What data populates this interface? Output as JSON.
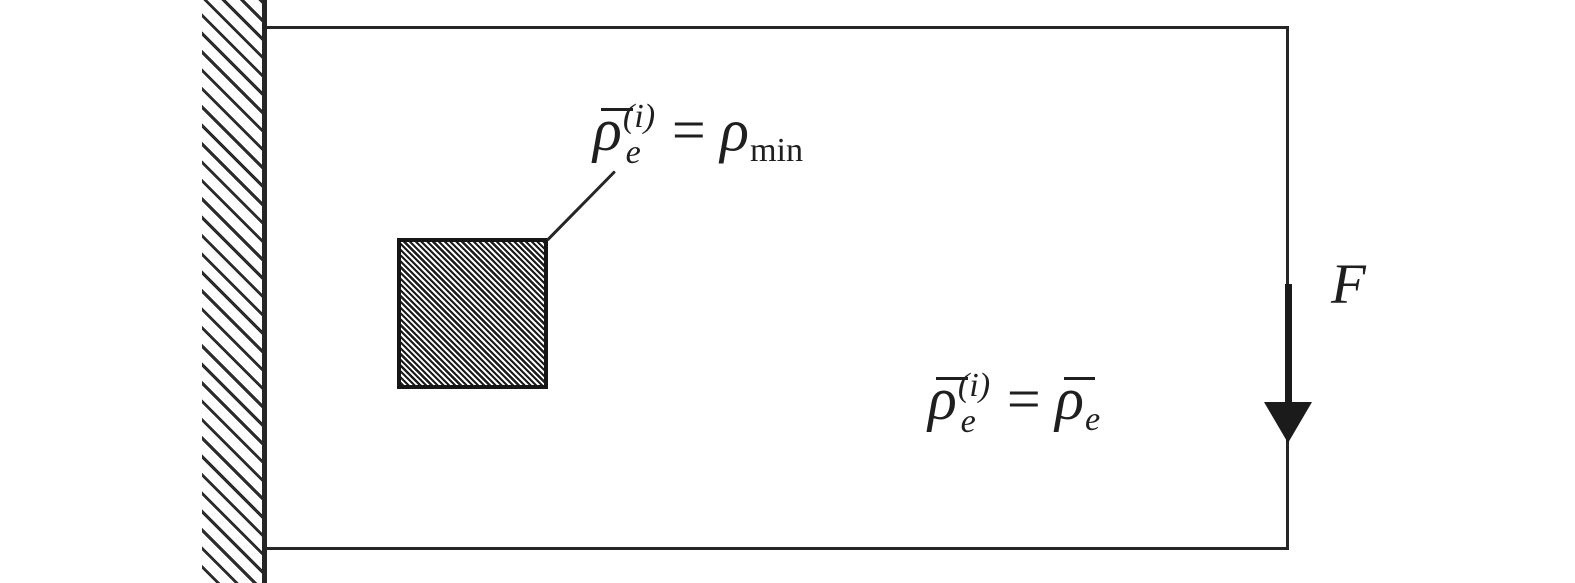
{
  "figure": {
    "type": "cantilever-topology-optimization-diagram",
    "colors": {
      "background": "#ffffff",
      "ink": "#1f1f1f",
      "hatch_stroke": "#2b2b2b"
    },
    "labels": {
      "passive_element": {
        "lhs_symbol": "ρ",
        "lhs_bar": true,
        "lhs_sup": "(i)",
        "lhs_sub": "e",
        "equals": "=",
        "rhs_symbol": "ρ",
        "rhs_bar": false,
        "rhs_sub": "min"
      },
      "domain_density": {
        "lhs_symbol": "ρ",
        "lhs_bar": true,
        "lhs_sup": "(i)",
        "lhs_sub": "e",
        "equals": "=",
        "rhs_symbol": "ρ",
        "rhs_bar": true,
        "rhs_sub": "e"
      },
      "force": "F"
    }
  }
}
